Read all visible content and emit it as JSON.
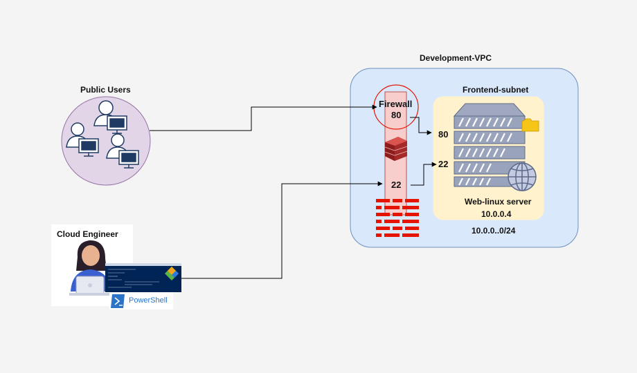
{
  "vpc": {
    "title": "Development-VPC"
  },
  "public_users": {
    "label": "Public Users"
  },
  "firewall": {
    "label": "Firewall",
    "port_http": "80",
    "port_ssh": "22"
  },
  "subnet": {
    "title": "Frontend-subnet",
    "cidr": "10.0.0..0/24"
  },
  "server": {
    "name": "Web-linux server",
    "ip": "10.0.0.4",
    "port_http": "80",
    "port_ssh": "22"
  },
  "engineer": {
    "label": "Cloud Engineer",
    "tool": "PowerShell"
  },
  "icons": {
    "users": "users-group-icon",
    "firewall": "brick-wall-icon",
    "server": "server-rack-icon",
    "globe": "globe-icon",
    "folder": "folder-icon",
    "engineer": "person-laptop-icon",
    "powershell": "powershell-icon"
  },
  "colors": {
    "vpc_fill": "#dae8fc",
    "vpc_stroke": "#6c8ebf",
    "subnet_fill": "#fff2cc",
    "users_fill": "#e1d5e7",
    "firewall_red": "#e51400",
    "firewall_fill": "#f8cecc",
    "server_gray": "#7f8aa8",
    "engineer_blue": "#2b5fb3"
  }
}
